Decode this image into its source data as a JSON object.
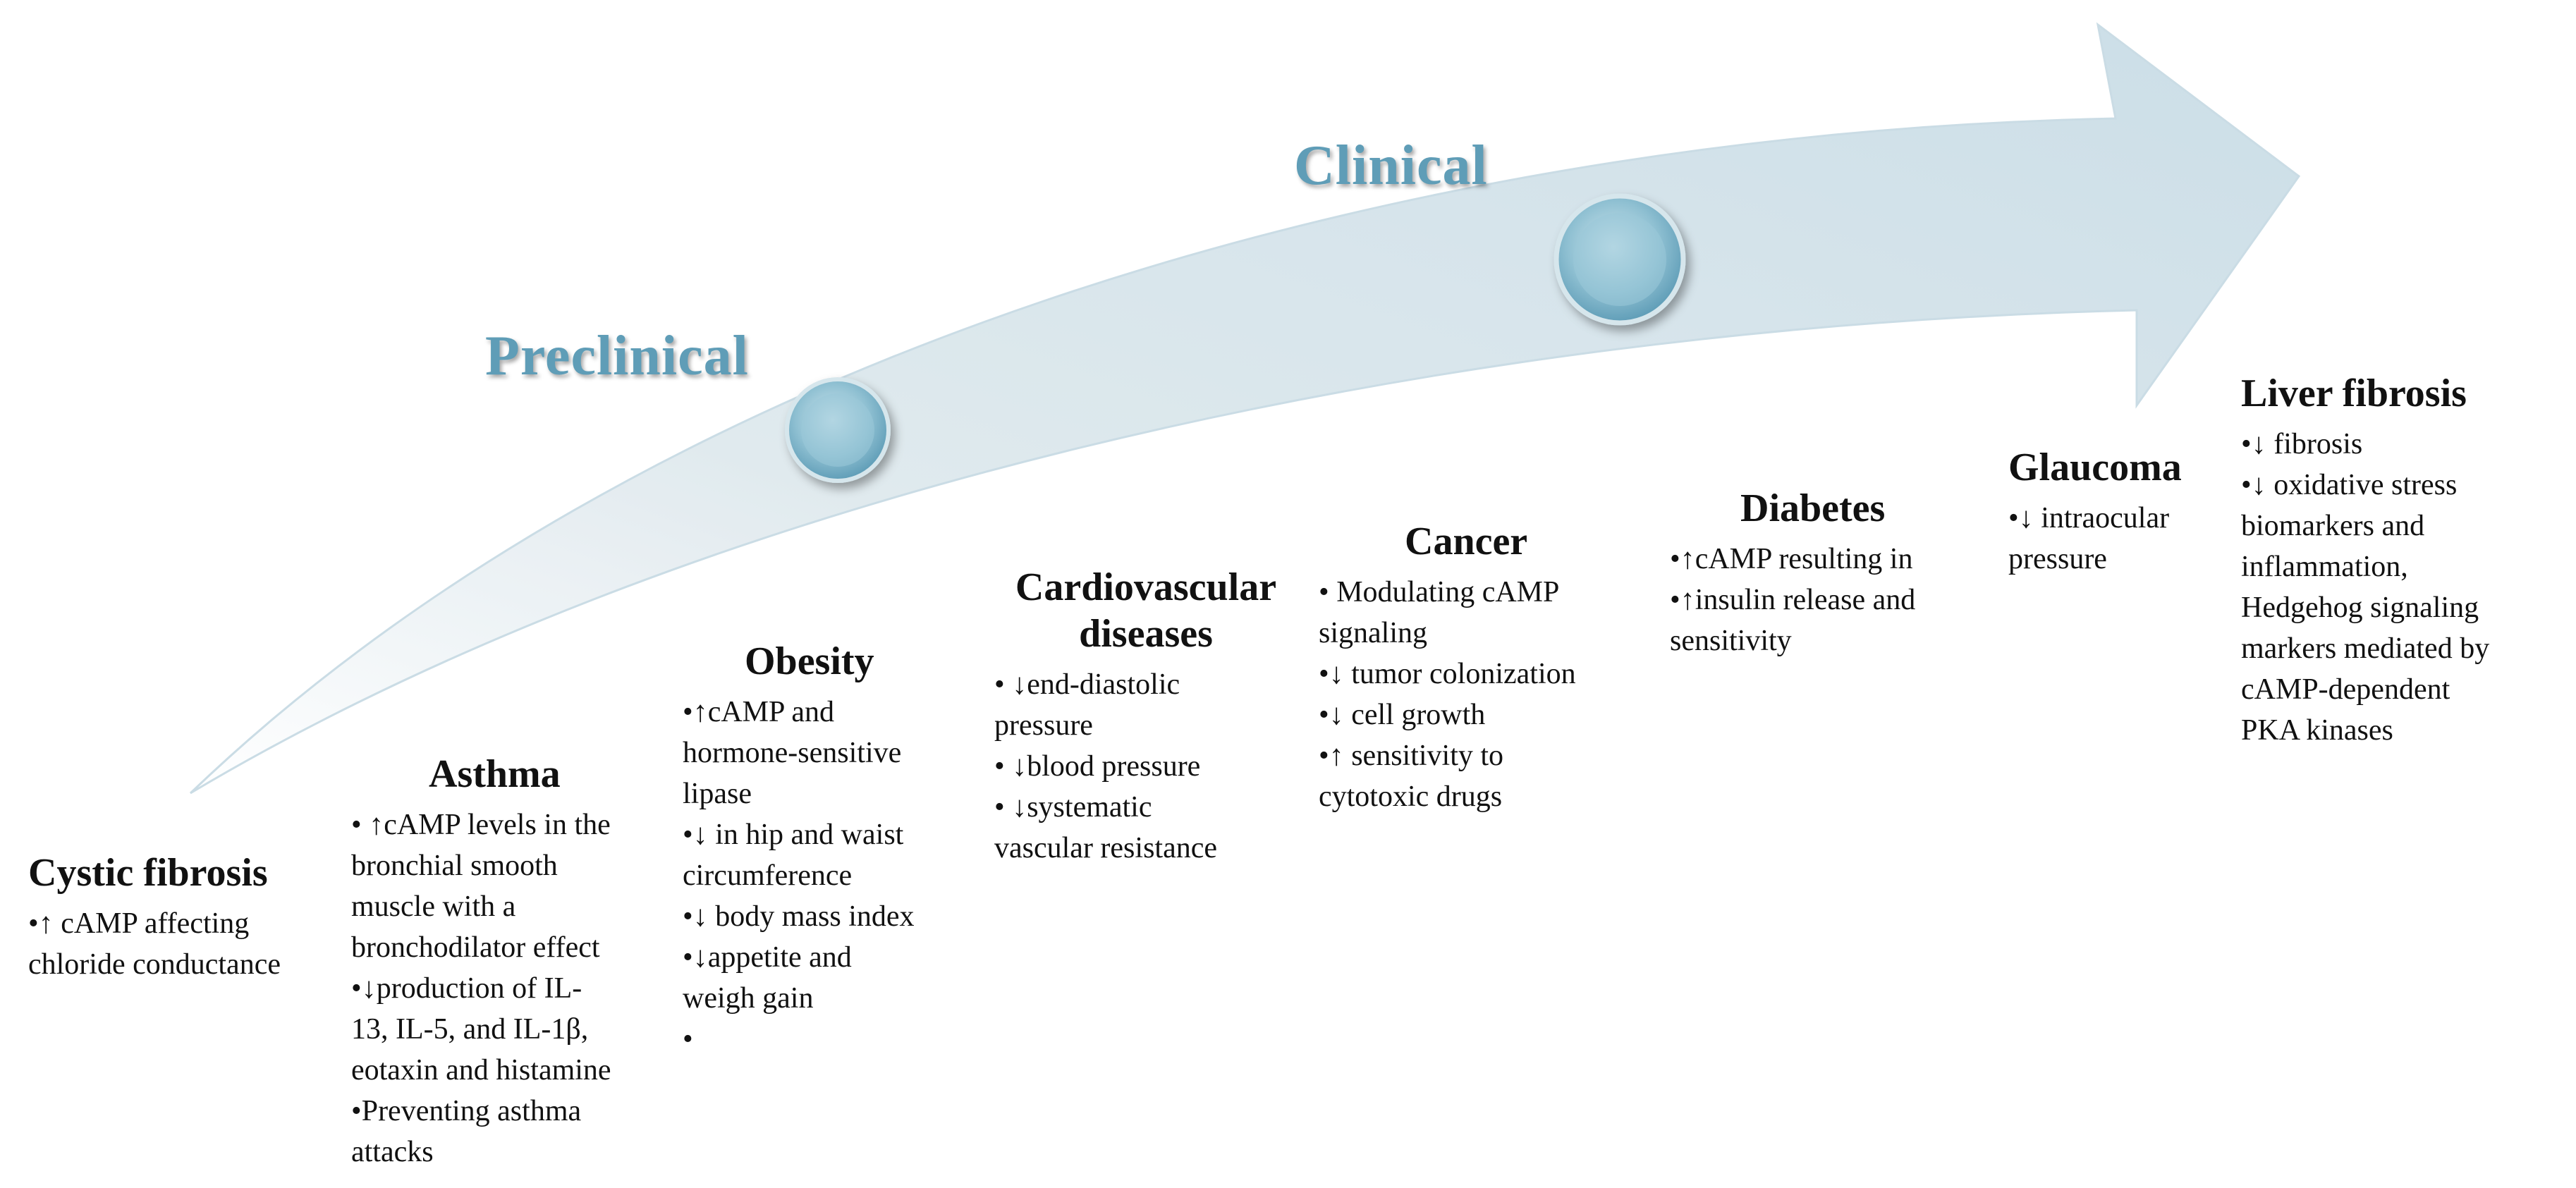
{
  "stages": {
    "preclinical": "Preclinical",
    "clinical": "Clinical"
  },
  "diseases": [
    {
      "title": [
        "Cystic fibrosis"
      ],
      "lines": [
        "•↑ cAMP affecting",
        "chloride conductance"
      ]
    },
    {
      "title": [
        "Asthma"
      ],
      "lines": [
        "• ↑cAMP levels in the",
        "bronchial smooth",
        "muscle with a",
        "bronchodilator effect",
        "•↓production of IL-",
        "13, IL-5, and IL-1β,",
        "eotaxin and histamine",
        "•Preventing asthma",
        "attacks"
      ]
    },
    {
      "title": [
        "Obesity"
      ],
      "lines": [
        "•↑cAMP and",
        "hormone-sensitive",
        "lipase",
        "•↓ in hip and waist",
        "circumference",
        "•↓ body mass index",
        "•↓appetite  and",
        "weigh gain",
        "•"
      ]
    },
    {
      "title": [
        "Cardiovascular",
        "diseases"
      ],
      "lines": [
        "• ↓end-diastolic",
        "pressure",
        "• ↓blood pressure",
        "• ↓systematic",
        "vascular resistance"
      ]
    },
    {
      "title": [
        "Cancer"
      ],
      "lines": [
        "• Modulating cAMP",
        "signaling",
        "•↓  tumor colonization",
        "•↓  cell growth",
        "•↑  sensitivity to",
        "cytotoxic drugs"
      ]
    },
    {
      "title": [
        "Diabetes"
      ],
      "lines": [
        "•↑cAMP resulting in",
        "•↑insulin release and",
        "sensitivity"
      ]
    },
    {
      "title": [
        "Glaucoma"
      ],
      "lines": [
        "•↓ intraocular",
        "pressure"
      ]
    },
    {
      "title": [
        "Liver fibrosis"
      ],
      "lines": [
        "•↓ fibrosis",
        "•↓ oxidative stress",
        "biomarkers and",
        "inflammation,",
        "Hedgehog signaling",
        "markers  mediated by",
        "cAMP-dependent",
        "PKA kinases"
      ]
    }
  ]
}
